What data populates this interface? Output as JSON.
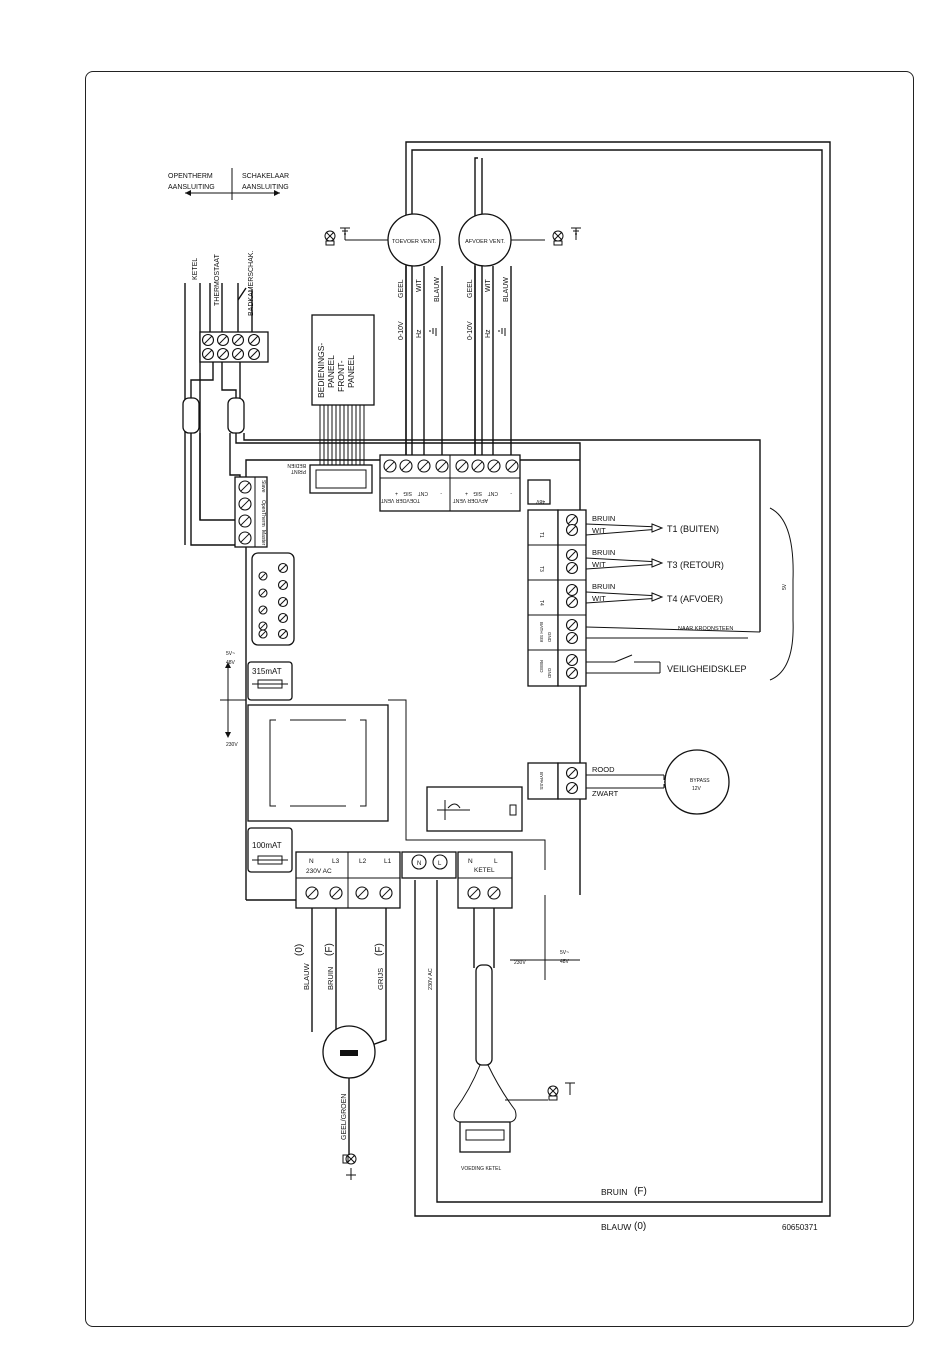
{
  "top_left": {
    "opentherm": [
      "OPENTHERM",
      "AANSLUITING"
    ],
    "schakelaar": [
      "SCHAKELAAR",
      "AANSLUITING"
    ],
    "ketel": "KETEL",
    "thermostaat": "THERMOSTAAT",
    "badkamerschak": "BADKAMERSCHAK."
  },
  "fans": {
    "toevoer": "TOEVOER VENT.",
    "afvoer": "AFVOER VENT.",
    "wire_geel": "GEEL",
    "wire_wit": "WIT",
    "wire_blauw": "BLAUW",
    "v010": "0-10V",
    "hz": "Hz"
  },
  "panel": {
    "lines": [
      "BEDIENINGS-",
      "PANEEL",
      "FRONT-",
      "PANEEL"
    ],
    "bedien_print": [
      "BEDIEN",
      "PRINT"
    ]
  },
  "connectors": {
    "toevoer_label": "TOEVOER VENT",
    "afvoer_label": "AFVOER VENT",
    "pins": [
      "+",
      "SIG",
      "CNT",
      "-"
    ],
    "v48": "48V",
    "opentherm": "OpenTherm",
    "slave": "Slave",
    "master": "Master"
  },
  "sensors": [
    {
      "pin": "T1",
      "bruin": "BRUIN",
      "wit": "WIT",
      "label": "T1 (BUITEN)"
    },
    {
      "pin": "T3",
      "bruin": "BRUIN",
      "wit": "WIT",
      "label": "T3 (RETOUR)"
    },
    {
      "pin": "T4",
      "bruin": "BRUIN",
      "wit": "WIT",
      "label": "T4 (AFVOER)"
    }
  ],
  "bath": {
    "pin": "BATH SW",
    "gnd": "GND",
    "label": "NAAR KROONSTEEN"
  },
  "reed": {
    "pin": "REED",
    "gnd": "GND",
    "label": "VEILIGHEIDSKLEP"
  },
  "v5": "5V",
  "bypass": {
    "pin": "BYPASS",
    "rood": "ROOD",
    "zwart": "ZWART",
    "motor": [
      "BYPASS",
      "12V"
    ]
  },
  "fuses": {
    "f1": "315mAT",
    "f2": "100mAT"
  },
  "voltage_left": {
    "top": "5V~",
    "mid": "48V",
    "bottom": "230V"
  },
  "terminal": {
    "pins": [
      "N",
      "L3",
      "L2",
      "L1"
    ],
    "ac": "230V AC",
    "n": "N",
    "l": "L",
    "ketel": "KETEL"
  },
  "mains": {
    "blauw": "BLAUW",
    "o": "(0)",
    "bruin": "BRUIN",
    "f": "(F)",
    "grijs": "GRIJS",
    "geelgroen": "GEEL/GROEN",
    "v230ac": "230V AC"
  },
  "bottom_mid": {
    "v230": "230V",
    "v5": "5V~",
    "v48": "48V",
    "voeding": "VOEDING KETEL"
  },
  "bottom": {
    "bruin": "BRUIN",
    "f": "(F)",
    "blauw": "BLAUW",
    "o": "(0)",
    "code": "60650371"
  }
}
